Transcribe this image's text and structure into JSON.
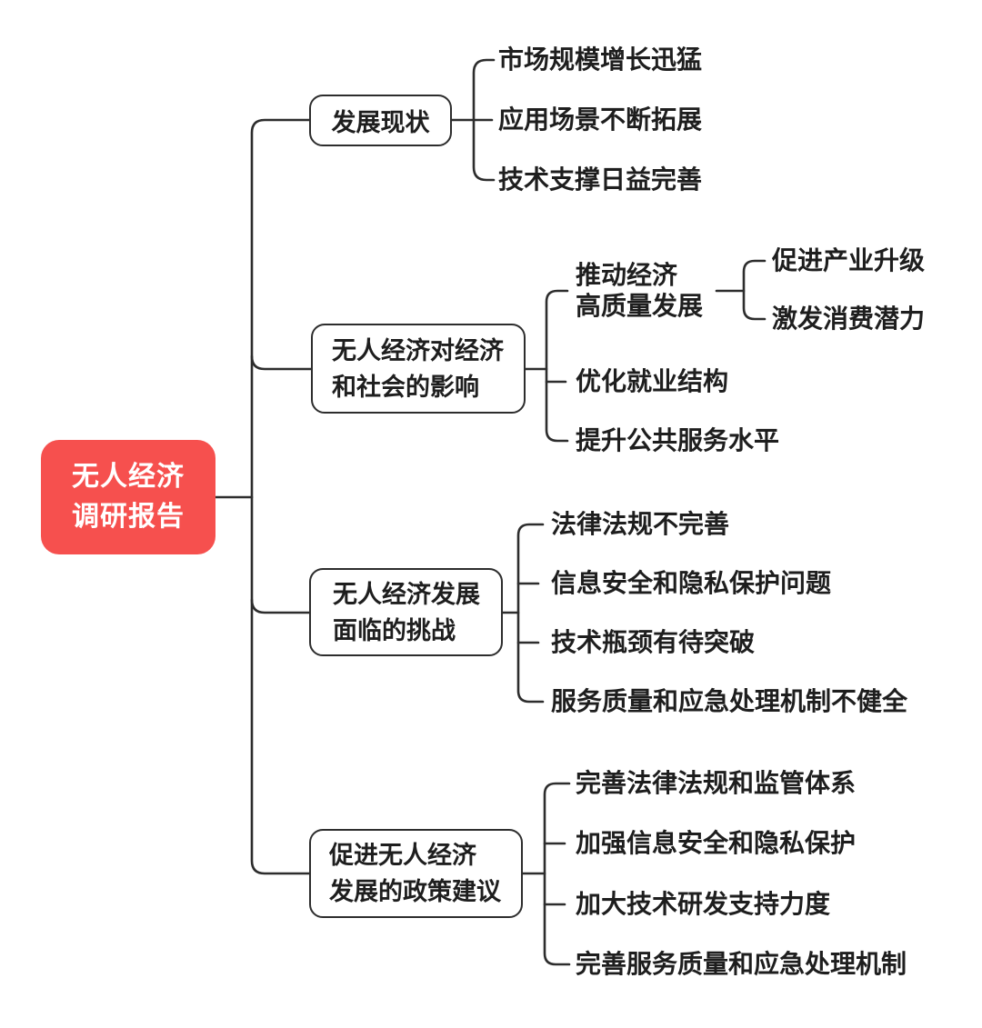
{
  "colors": {
    "root_bg": "#F6504E",
    "root_text": "#FFFFFF",
    "line": "#2D2D2D",
    "node_border": "#2D2D2D",
    "node_bg": "#FFFFFF",
    "text": "#1E1E1E",
    "canvas_bg": "#FFFFFF"
  },
  "diagram_type": "mindmap",
  "root": {
    "label": [
      "无人经济",
      "调研报告"
    ]
  },
  "branches": [
    {
      "label": [
        "发展现状"
      ],
      "children": [
        {
          "label": [
            "市场规模增长迅猛"
          ]
        },
        {
          "label": [
            "应用场景不断拓展"
          ]
        },
        {
          "label": [
            "技术支撑日益完善"
          ]
        }
      ]
    },
    {
      "label": [
        "无人经济对经济",
        "和社会的影响"
      ],
      "children": [
        {
          "label": [
            "推动经济",
            "高质量发展"
          ],
          "children": [
            {
              "label": [
                "促进产业升级"
              ]
            },
            {
              "label": [
                "激发消费潜力"
              ]
            }
          ]
        },
        {
          "label": [
            "优化就业结构"
          ]
        },
        {
          "label": [
            "提升公共服务水平"
          ]
        }
      ]
    },
    {
      "label": [
        "无人经济发展",
        "面临的挑战"
      ],
      "children": [
        {
          "label": [
            "法律法规不完善"
          ]
        },
        {
          "label": [
            "信息安全和隐私保护问题"
          ]
        },
        {
          "label": [
            "技术瓶颈有待突破"
          ]
        },
        {
          "label": [
            "服务质量和应急处理机制不健全"
          ]
        }
      ]
    },
    {
      "label": [
        "促进无人经济",
        "发展的政策建议"
      ],
      "children": [
        {
          "label": [
            "完善法律法规和监管体系"
          ]
        },
        {
          "label": [
            "加强信息安全和隐私保护"
          ]
        },
        {
          "label": [
            "加大技术研发支持力度"
          ]
        },
        {
          "label": [
            "完善服务质量和应急处理机制"
          ]
        }
      ]
    }
  ]
}
